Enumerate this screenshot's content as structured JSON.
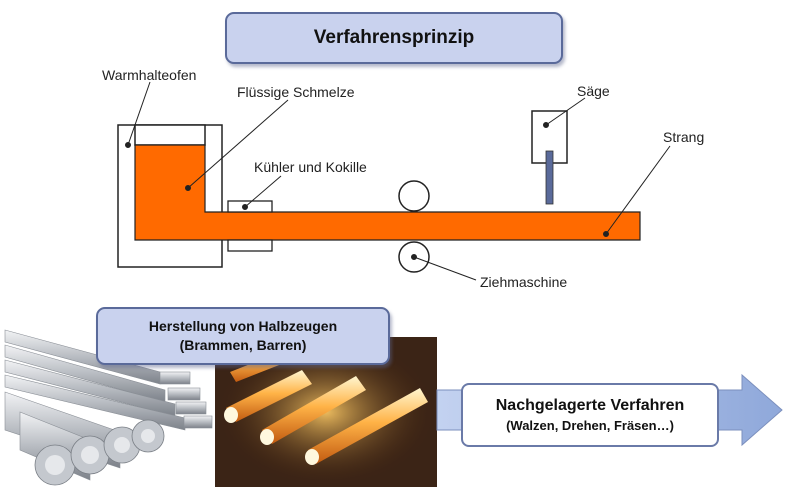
{
  "title": "Verfahrensprinzip",
  "labels": {
    "warmhalteofen": "Warmhalteofen",
    "schmelze": "Flüssige Schmelze",
    "kuehler": "Kühler und Kokille",
    "saege": "Säge",
    "strang": "Strang",
    "ziehmaschine": "Ziehmaschine"
  },
  "halbzeuge": {
    "line1": "Herstellung von Halbzeugen",
    "line2": "(Brammen, Barren)"
  },
  "nachgelagert": {
    "title": "Nachgelagerte Verfahren",
    "sub": "(Walzen, Drehen, Fräsen…)"
  },
  "colors": {
    "melt": "#ff6a00",
    "box_fill": "#c9d2ee",
    "box_border": "#5a6a9a",
    "arrow": "#a9bde6"
  }
}
